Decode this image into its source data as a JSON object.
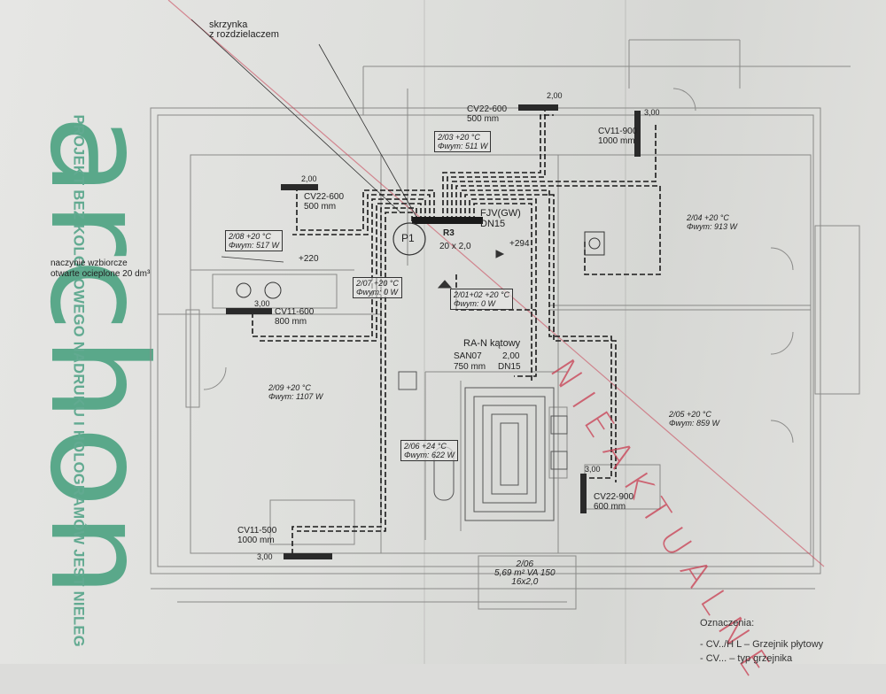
{
  "brand": {
    "logo_text": "archon",
    "side_text": "PROJEKT BEZ KOLOROWEGO NADRUKU I HOLOGRAMÓW JEST NIELEG"
  },
  "annotations": {
    "distributor": "skrzynka\nz rozdzielaczem",
    "expansion_vessel_1": "naczynie wzbiorcze",
    "expansion_vessel_2": "otwarte ocieplone 20 dm³",
    "r3": "R3",
    "fjv": "FJV(GW)",
    "fjv_dn": "DN15",
    "pipe_size": "20 x 2,0",
    "level_294": "+294",
    "level_220": "+220",
    "p1": "P1",
    "ra_n": "RA-N kątowy",
    "san07": "SAN07",
    "san07_len": "750 mm",
    "san07_val": "2,00",
    "san07_dn": "DN15"
  },
  "radiators": [
    {
      "model": "CV22-600",
      "size": "500 mm",
      "value": "2,00"
    },
    {
      "model": "CV11-900",
      "size": "1000 mm",
      "value": "3,00"
    },
    {
      "model": "CV22-600",
      "size": "500 mm",
      "value": "2,00"
    },
    {
      "model": "CV11-600",
      "size": "800 mm",
      "value": "3,00"
    },
    {
      "model": "CV22-900",
      "size": "600 mm",
      "value": "3,00"
    },
    {
      "model": "CV11-500",
      "size": "1000 mm",
      "value": "3,00"
    }
  ],
  "rooms": [
    {
      "id": "2/03 +20 °C",
      "power": "Φwym: 511 W"
    },
    {
      "id": "2/04 +20 °C",
      "power": "Φwym: 913 W"
    },
    {
      "id": "2/08 +20 °C",
      "power": "Φwym: 517 W"
    },
    {
      "id": "2/07 +20 °C",
      "power": "Φwym: 0 W"
    },
    {
      "id": "2/01+02 +20 °C",
      "power": "Φwym: 0 W"
    },
    {
      "id": "2/09 +20 °C",
      "power": "Φwym: 1107 W"
    },
    {
      "id": "2/05 +20 °C",
      "power": "Φwym: 859 W"
    },
    {
      "id": "2/06 +24 °C",
      "power": "Φwym: 622 W"
    }
  ],
  "floor_heating": {
    "id": "2/06",
    "area": "5,69 m²  VA 150",
    "pipe": "16x2,0"
  },
  "stamp": "NIEAKTUALNE",
  "legend": {
    "title": "Oznaczenia:",
    "line1": "- CV../H L  –  Grzejnik płytowy",
    "line2": "- CV...  –  typ grzejnika"
  },
  "colors": {
    "brand_green": "#5aa88a",
    "stamp_red": "#c83c50",
    "line_dark": "#222222"
  }
}
